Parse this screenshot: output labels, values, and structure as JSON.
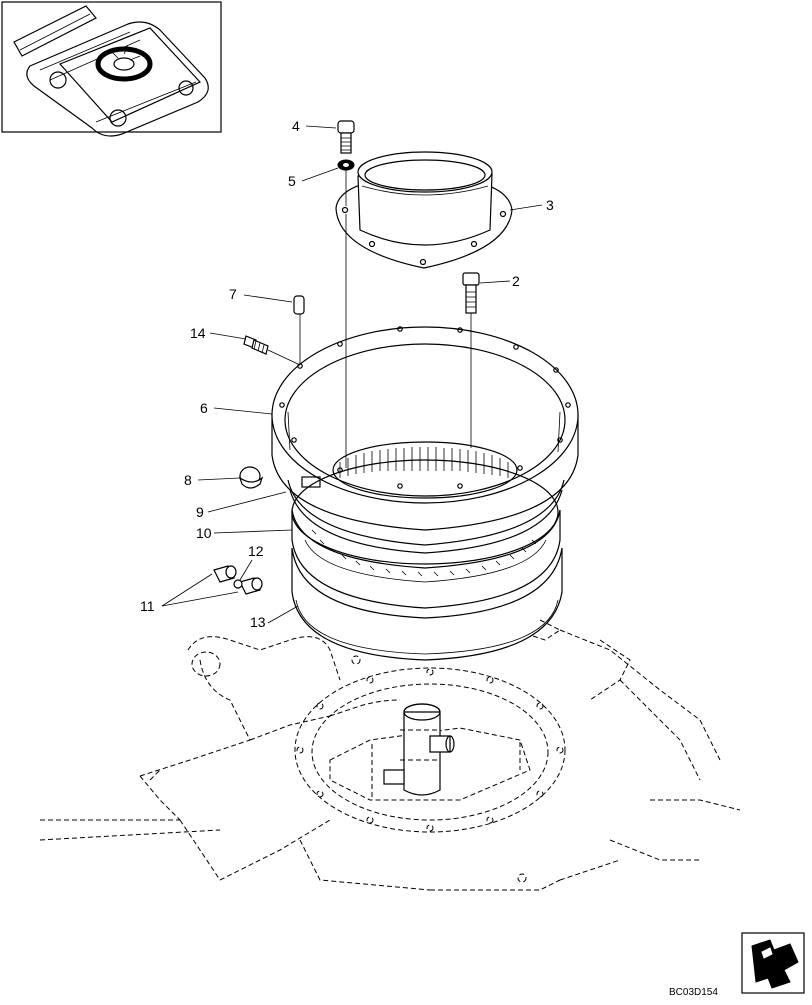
{
  "diagram": {
    "drawing_id": "BC03D154",
    "callouts": [
      {
        "id": "c4",
        "label": "4"
      },
      {
        "id": "c5",
        "label": "5"
      },
      {
        "id": "c3",
        "label": "3"
      },
      {
        "id": "c2",
        "label": "2"
      },
      {
        "id": "c7",
        "label": "7"
      },
      {
        "id": "c14",
        "label": "14"
      },
      {
        "id": "c6",
        "label": "6"
      },
      {
        "id": "c8",
        "label": "8"
      },
      {
        "id": "c9",
        "label": "9"
      },
      {
        "id": "c10",
        "label": "10"
      },
      {
        "id": "c12",
        "label": "12"
      },
      {
        "id": "c11",
        "label": "11"
      },
      {
        "id": "c13",
        "label": "13"
      }
    ]
  }
}
